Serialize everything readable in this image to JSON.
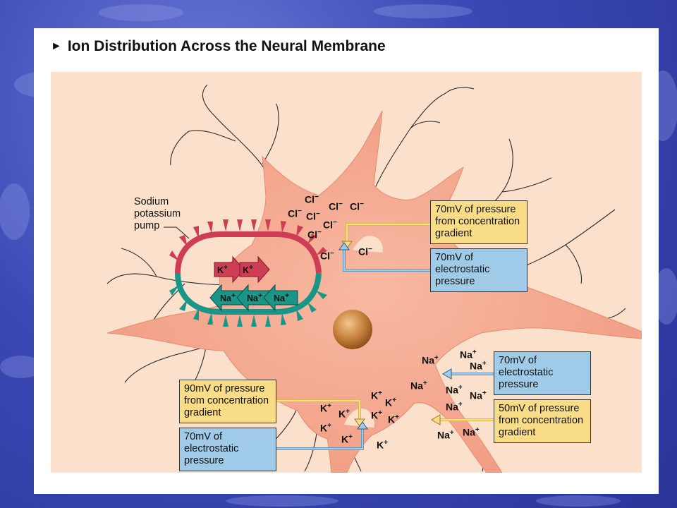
{
  "slide": {
    "title": "Ion Distribution Across the Neural Membrane",
    "title_marker": "►",
    "colors": {
      "background_blue": "#3b48b5",
      "panel": "#ffffff",
      "diagram_bg": "#fbe0cc",
      "neuron": "#f5a58e",
      "nucleus": "#b86a2a",
      "pump_red": "#cf3d55",
      "pump_teal": "#1a9688",
      "concentration_box": "#f8dc86",
      "electrostatic_box": "#9fcbe8"
    }
  },
  "pump": {
    "label": "Sodium\npotassium\npump",
    "k_arrows": [
      "K",
      "K"
    ],
    "na_arrows": [
      "Na",
      "Na",
      "Na"
    ],
    "charge": "+"
  },
  "ions": {
    "chloride": {
      "symbol": "Cl",
      "charge": "−"
    },
    "potassium": {
      "symbol": "K",
      "charge": "+"
    },
    "sodium": {
      "symbol": "Na",
      "charge": "+"
    }
  },
  "boxes": {
    "cl_concentration": "70mV of pressure\nfrom concentration\ngradient",
    "cl_electrostatic": "70mV of\nelectrostatic\npressure",
    "na_electrostatic": "70mV of\nelectrostatic\npressure",
    "na_concentration": "50mV of pressure\nfrom concentration\ngradient",
    "k_concentration": "90mV of pressure\nfrom concentration\ngradient",
    "k_electrostatic": "70mV of\nelectrostatic\npressure"
  }
}
